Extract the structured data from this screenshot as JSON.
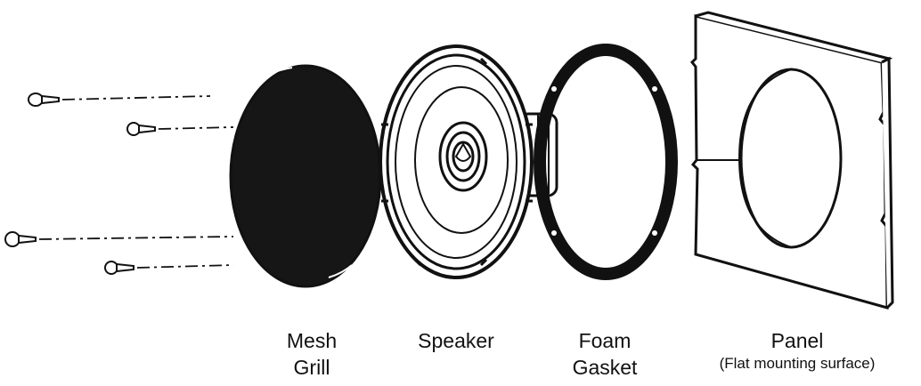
{
  "diagram": {
    "parts": [
      {
        "id": "mesh-grill",
        "lines": [
          "Mesh",
          "Grill"
        ]
      },
      {
        "id": "speaker",
        "lines": [
          "Speaker"
        ]
      },
      {
        "id": "foam-gasket",
        "lines": [
          "Foam",
          "Gasket"
        ]
      },
      {
        "id": "panel",
        "lines": [
          "Panel"
        ],
        "note": "(Flat mounting surface)"
      }
    ],
    "colors": {
      "ink": "#111111",
      "paper": "#ffffff",
      "grill": "#161616"
    },
    "icons": [
      "screw-icon",
      "mesh-grill-icon",
      "speaker-icon",
      "foam-gasket-icon",
      "panel-icon"
    ]
  }
}
